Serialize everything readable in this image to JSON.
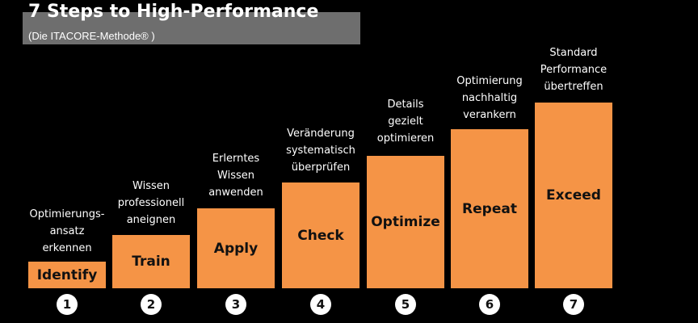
{
  "header": {
    "title": "7 Steps to High-Performance",
    "subtitle": "(Die ITACORE-Methode® )"
  },
  "steps": [
    {
      "number": "1",
      "label": "Identify",
      "description": "Optimierungs-\nansatz\nerkennen"
    },
    {
      "number": "2",
      "label": "Train",
      "description": "Wissen\nprofessionell\naneignen"
    },
    {
      "number": "3",
      "label": "Apply",
      "description": "Erlerntes\nWissen\nanwenden"
    },
    {
      "number": "4",
      "label": "Check",
      "description": "Veränderung\nsystematisch\nüberprüfen"
    },
    {
      "number": "5",
      "label": "Optimize",
      "description": "Details\ngezielt\noptimieren"
    },
    {
      "number": "6",
      "label": "Repeat",
      "description": "Optimierung\nnachhaltig\nverankern"
    },
    {
      "number": "7",
      "label": "Exceed",
      "description": "Standard\nPerformance\nübertreffen"
    }
  ],
  "colors": {
    "bar": "#f59446",
    "background": "#000000",
    "title_box": "#6e6e6e"
  }
}
